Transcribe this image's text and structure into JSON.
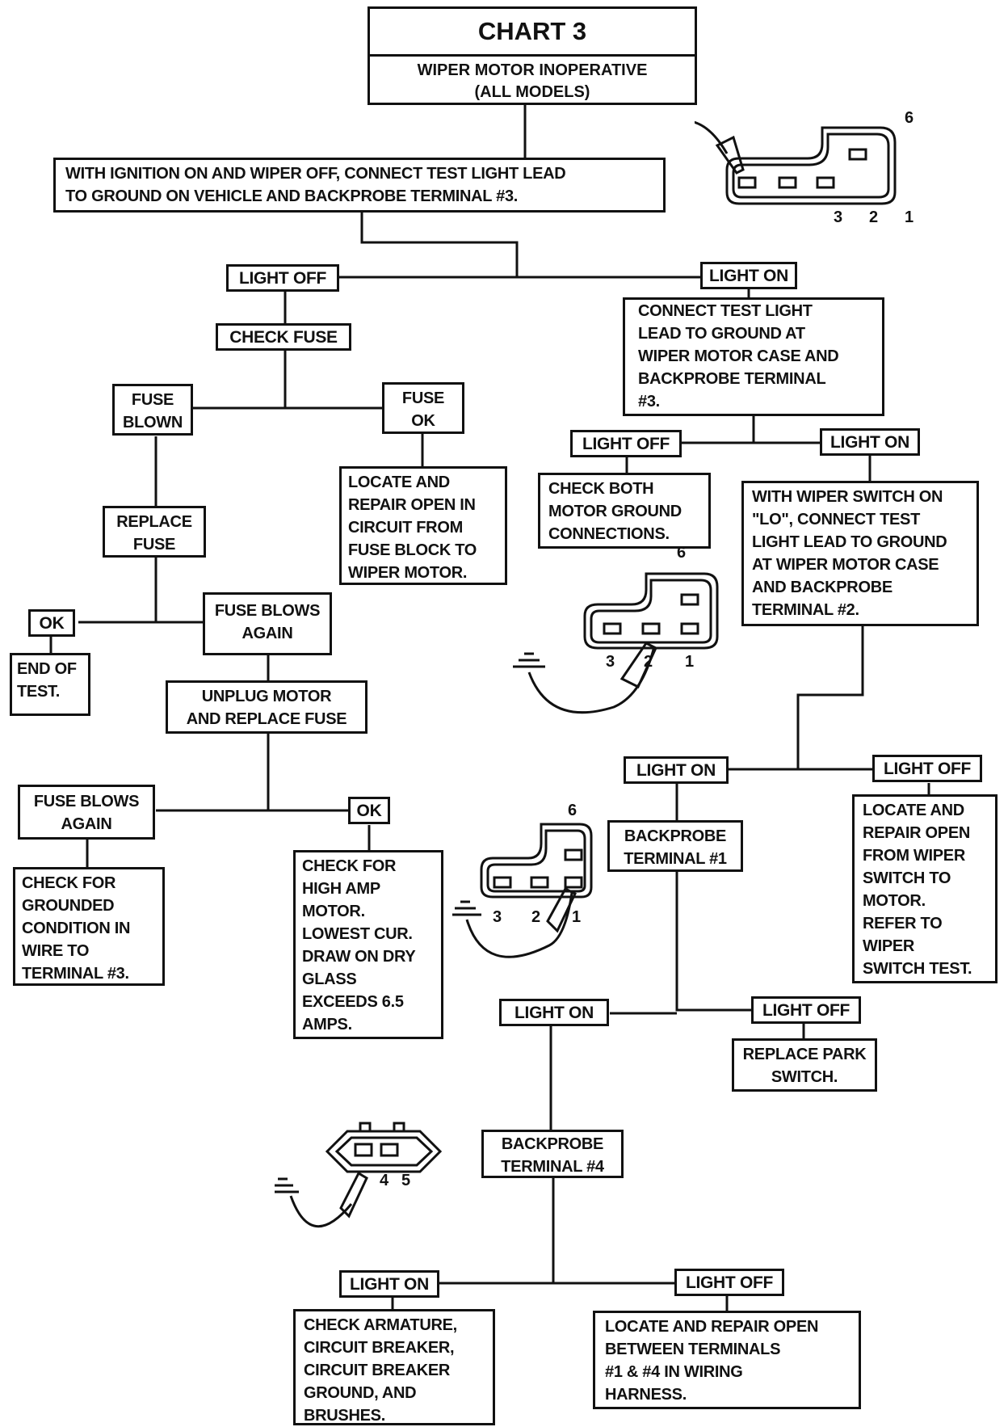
{
  "chart": {
    "title": "CHART 3",
    "subtitle": "WIPER MOTOR INOPERATIVE\n(ALL MODELS)"
  },
  "nodes": {
    "step_start": "WITH IGNITION ON AND WIPER OFF, CONNECT TEST LIGHT LEAD\nTO GROUND ON VEHICLE AND BACKPROBE TERMINAL #3.",
    "light_off_1": "LIGHT OFF",
    "light_on_1": "LIGHT ON",
    "check_fuse": "CHECK FUSE",
    "fuse_blown": "FUSE\nBLOWN",
    "fuse_ok": "FUSE\nOK",
    "locate_repair_fuse_block": "LOCATE AND\nREPAIR OPEN IN\nCIRCUIT FROM\nFUSE BLOCK TO\nWIPER MOTOR.",
    "replace_fuse": "REPLACE\nFUSE",
    "ok_1": "OK",
    "end_of_test": "END OF\nTEST.",
    "fuse_blows_again_1": "FUSE BLOWS\nAGAIN",
    "unplug_motor": "UNPLUG MOTOR\nAND REPLACE FUSE",
    "fuse_blows_again_2": "FUSE BLOWS\nAGAIN",
    "ok_2": "OK",
    "check_grounded": "CHECK FOR\nGROUNDED\nCONDITION IN\nWIRE TO\nTERMINAL #3.",
    "check_high_amp": "CHECK FOR\nHIGH AMP\nMOTOR.\nLOWEST CUR.\nDRAW ON DRY\nGLASS\nEXCEEDS 6.5\nAMPS.",
    "connect_case": "CONNECT TEST LIGHT\nLEAD TO GROUND AT\nWIPER MOTOR CASE AND\nBACKPROBE TERMINAL\n#3.",
    "light_off_2": "LIGHT OFF",
    "light_on_2": "LIGHT ON",
    "check_ground_connections": "CHECK BOTH\nMOTOR GROUND\nCONNECTIONS.",
    "wiper_switch_lo": "WITH WIPER SWITCH ON\n\"LO\", CONNECT TEST\nLIGHT LEAD TO GROUND\nAT WIPER MOTOR CASE\nAND BACKPROBE\nTERMINAL #2.",
    "light_on_3": "LIGHT ON",
    "light_off_3": "LIGHT OFF",
    "backprobe_1": "BACKPROBE\nTERMINAL #1",
    "locate_repair_switch": "LOCATE AND\nREPAIR OPEN\nFROM WIPER\nSWITCH TO\nMOTOR.\nREFER TO\nWIPER\nSWITCH TEST.",
    "light_on_4": "LIGHT ON",
    "light_off_4": "LIGHT OFF",
    "replace_park_switch": "REPLACE PARK\nSWITCH.",
    "backprobe_4": "BACKPROBE\nTERMINAL #4",
    "light_on_5": "LIGHT ON",
    "light_off_5": "LIGHT OFF",
    "check_armature": "CHECK ARMATURE,\nCIRCUIT BREAKER,\nCIRCUIT BREAKER\nGROUND, AND\nBRUSHES.",
    "locate_repair_harness": "LOCATE AND REPAIR OPEN\nBETWEEN TERMINALS\n#1 & #4 IN WIRING\nHARNESS."
  },
  "connector_pins": {
    "pin_1": "1",
    "pin_2": "2",
    "pin_3": "3",
    "pin_4": "4",
    "pin_5": "5",
    "pin_6": "6"
  }
}
